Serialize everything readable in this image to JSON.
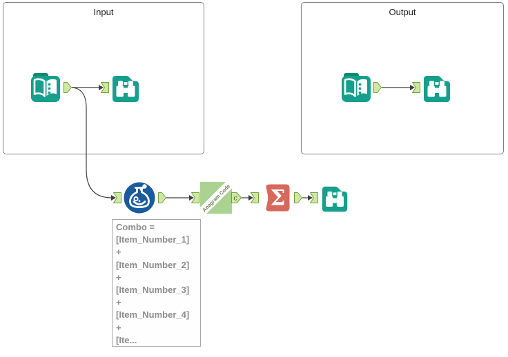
{
  "containers": [
    {
      "label": "Input"
    },
    {
      "label": "Output"
    }
  ],
  "tools": {
    "anagram": {
      "label": "Anagram Code",
      "output_anchor_label": "c"
    },
    "summarize": {
      "glyph": "Σ"
    }
  },
  "annotation": {
    "lines": [
      "Combo =",
      "[Item_Number_1]",
      "+",
      "[Item_Number_2]",
      "+",
      "[Item_Number_3]",
      "+",
      "[Item_Number_4]",
      "+",
      "[Ite..."
    ]
  },
  "colors": {
    "teal": "#159F8C",
    "teal_dark": "#0E8A74",
    "blue": "#1A5B9C",
    "green": "#AAD391",
    "green_text": "#6D7C57",
    "orange": "#D5695C",
    "anchor_fill": "#CFE7A2",
    "anchor_stroke": "#6F9E3E",
    "anchor_letter": "#3F6414",
    "wire": "#3F3F3F",
    "annotation_text": "#8C8C8C"
  }
}
